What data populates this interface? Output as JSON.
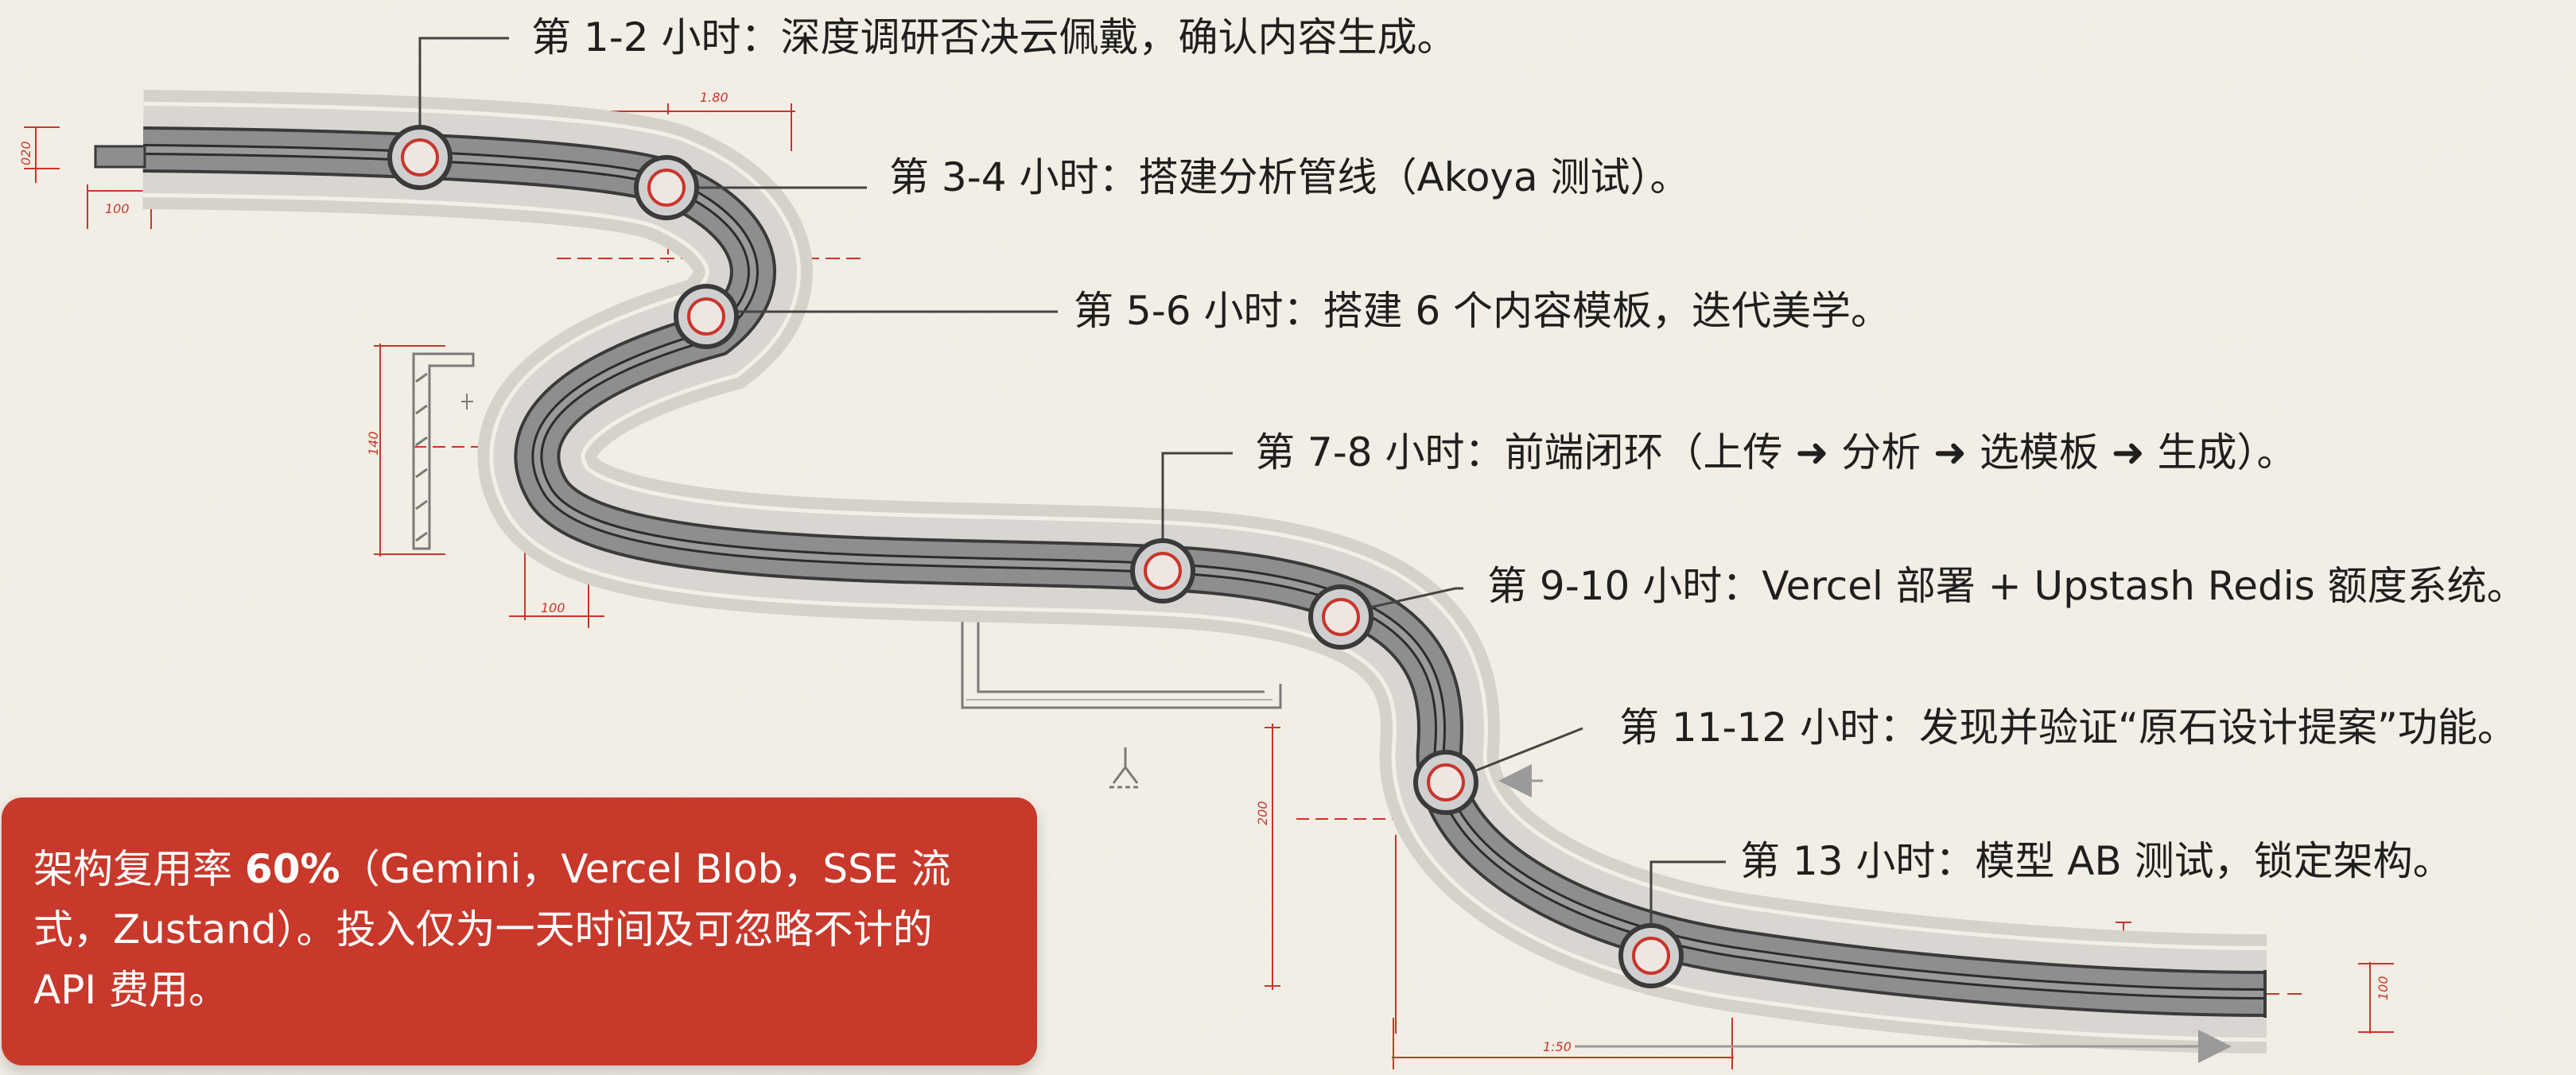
{
  "milestones": [
    {
      "label": "第 1-2 小时：深度调研否决云佩戴，确认内容生成。"
    },
    {
      "label": "第 3-4 小时：搭建分析管线（Akoya 测试）。"
    },
    {
      "label": "第 5-6 小时：搭建 6 个内容模板，迭代美学。"
    },
    {
      "label": "第 7-8 小时：前端闭环（上传 ➜ 分析 ➜ 选模板 ➜ 生成）。"
    },
    {
      "label": "第 9-10 小时：Vercel 部署 + Upstash Redis 额度系统。"
    },
    {
      "label": "第 11-12 小时：发现并验证“原石设计提案”功能。"
    },
    {
      "label": "第 13 小时：模型 AB 测试，锁定架构。"
    }
  ],
  "callout": {
    "prefix": "架构复用率 ",
    "highlight": "60%",
    "rest": "（Gemini，Vercel Blob，SSE 流式，Zustand）。投入仅为一天时间及可忽略不计的 API 费用。"
  },
  "dimensions": {
    "d1": "1.80",
    "d2": "100",
    "d3": "020",
    "d4": "140",
    "d5": "100",
    "d6": "200",
    "d7": "1:50",
    "d8": "100"
  },
  "colors": {
    "road_outer": "#3a3a3a",
    "road_fill": "#8e8e8e",
    "road_inner": "#2c2c2c",
    "node_ring": "#c9352c",
    "dimension": "#c9352c",
    "callout_bg": "#c8382b",
    "background": "#f3efe6"
  }
}
